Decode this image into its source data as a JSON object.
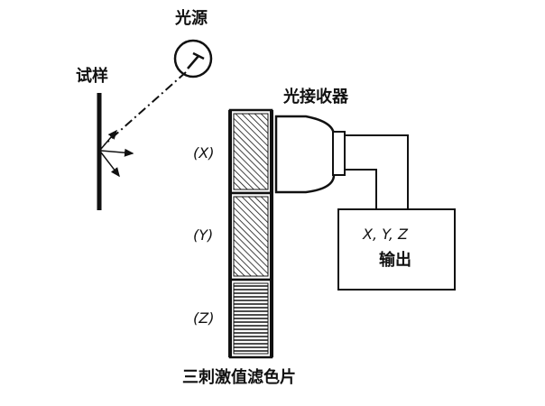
{
  "labels": {
    "light_source": "光源",
    "sample": "试样",
    "receiver": "光接收器",
    "filter_x": "(X)",
    "filter_y": "(Y)",
    "filter_z": "(Z)",
    "output_xyz": "X, Y, Z",
    "output_word": "输出",
    "filters_caption": "三刺激值滤色片"
  },
  "colors": {
    "ink": "#111111",
    "background": "#ffffff"
  }
}
